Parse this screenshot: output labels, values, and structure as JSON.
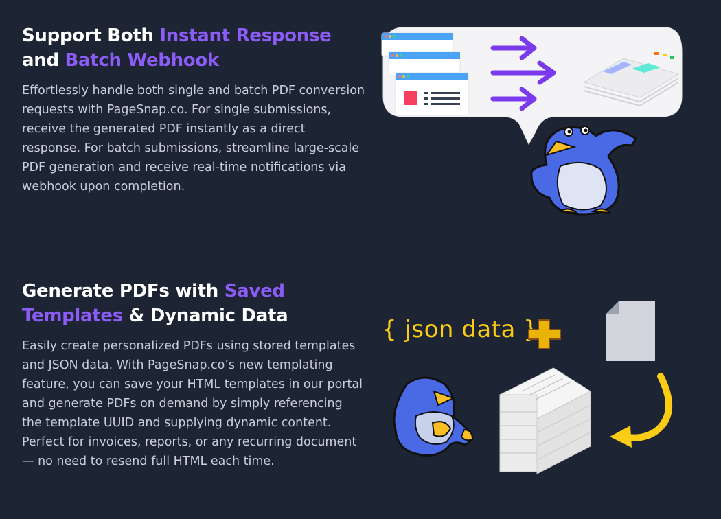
{
  "sections": [
    {
      "title_parts": [
        "Support Both ",
        "Instant Response",
        " and ",
        "Batch Webhook"
      ],
      "body": "Effortlessly handle both single and batch PDF conversion requests with PageSnap.co. For single submissions, receive the generated PDF instantly as a direct response. For batch submissions, streamline large-scale PDF generation and receive real-time notifications via webhook upon completion."
    },
    {
      "title_parts": [
        "Generate PDFs with ",
        "Saved Templates",
        " & Dynamic Data"
      ],
      "body": "Easily create personalized PDFs using stored templates and JSON data. With PageSnap.co’s new templating feature, you can save your HTML templates in our portal and generate PDFs on demand by simply referencing the template UUID and supplying dynamic content. Perfect for invoices, reports, or any recurring document — no need to resend full HTML each time."
    }
  ],
  "illustration2": {
    "json_label": "{ json data }"
  },
  "colors": {
    "background": "#1d2433",
    "accent": "#8b5cf6",
    "body_text": "#c9ced8",
    "json_yellow": "#facc15"
  },
  "icons": [
    "browser-window-icon",
    "arrow-right-icon",
    "document-stack-icon",
    "penguin-mascot",
    "plus-icon",
    "blank-document-icon",
    "curved-arrow-icon"
  ]
}
